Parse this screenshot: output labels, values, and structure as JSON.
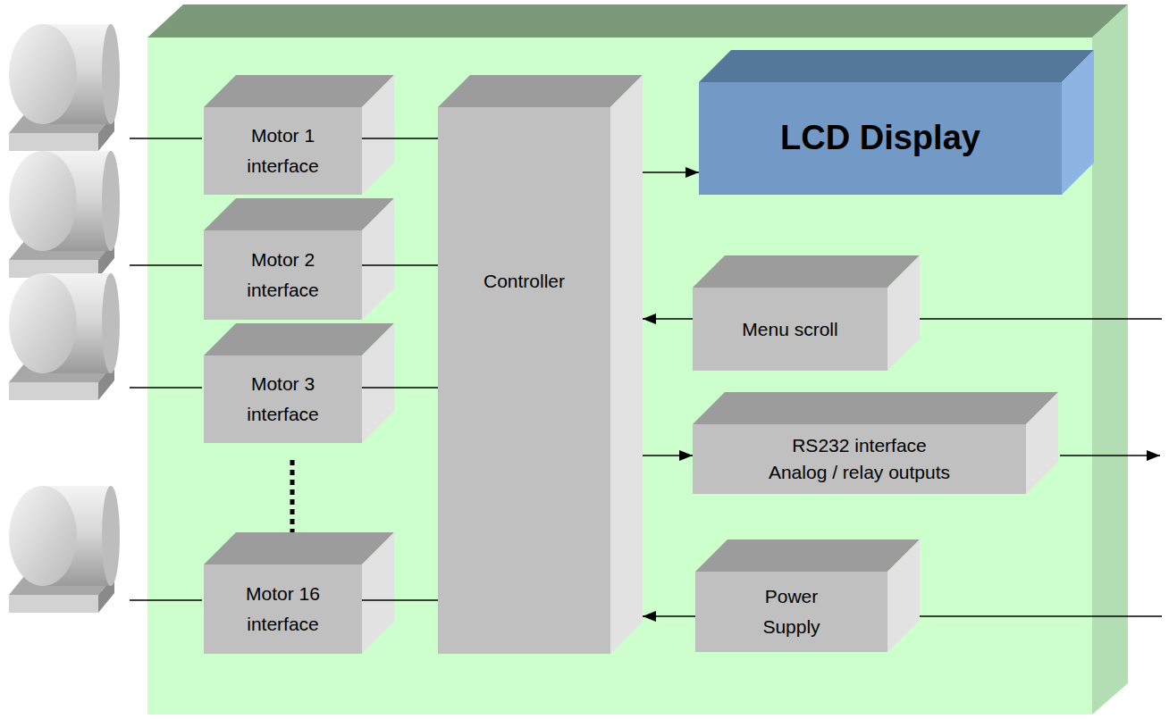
{
  "diagram": {
    "nodes": [
      {
        "text": [
          "Motor 1 interface"
        ]
      },
      {
        "text": [
          "Motor 2 interface"
        ]
      },
      {
        "text": [
          "Motor 3 interface"
        ]
      },
      {
        "text": [
          "Motor 16 interface"
        ]
      },
      {
        "text": [
          "Controller"
        ]
      },
      {
        "text": [
          "LCD Display"
        ]
      },
      {
        "text": [
          "Menu scroll"
        ]
      },
      {
        "text": [
          "RS232 interface",
          "Analog / relay outputs"
        ]
      },
      {
        "text": [
          "Power Supply"
        ]
      }
    ],
    "edges": [
      {
        "from": 0,
        "to": 4,
        "arrow": "none"
      },
      {
        "from": 1,
        "to": 4,
        "arrow": "none"
      },
      {
        "from": 2,
        "to": 4,
        "arrow": "none"
      },
      {
        "from": 3,
        "to": 4,
        "arrow": "none"
      },
      {
        "from": 4,
        "to": 5,
        "arrow": "to"
      },
      {
        "from": 6,
        "to": 4,
        "arrow": "to"
      },
      {
        "from": 4,
        "to": 7,
        "arrow": "to"
      },
      {
        "from": 8,
        "to": 4,
        "arrow": "to"
      }
    ]
  }
}
